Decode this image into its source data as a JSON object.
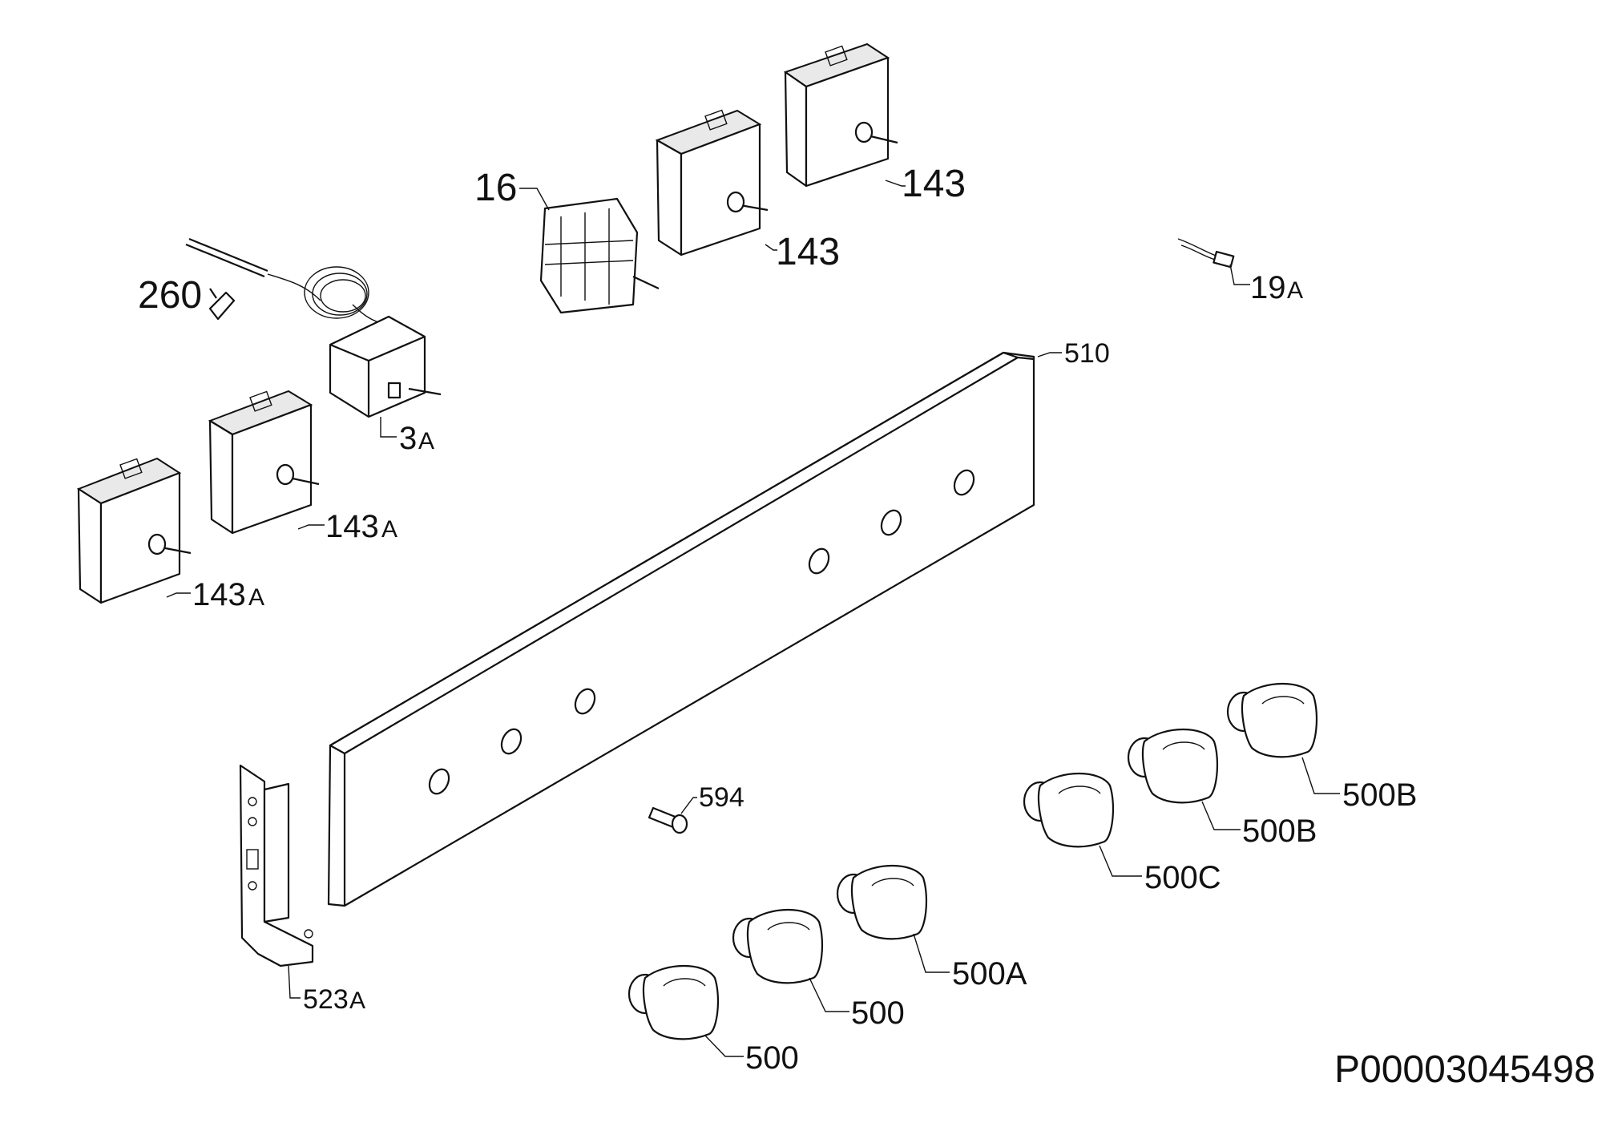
{
  "diagram": {
    "drawing_id": "P00003045498",
    "labels": {
      "l16": "16",
      "l143a": "143",
      "l143b": "143",
      "l19": "19",
      "l19s": "A",
      "l260": "260",
      "l510": "510",
      "l3": "3",
      "l3s": "A",
      "l143A1": "143",
      "l143A1s": "A",
      "l143A2": "143",
      "l143A2s": "A",
      "l594": "594",
      "l500B1": "500B",
      "l500B2": "500B",
      "l500C": "500C",
      "l500A": "500A",
      "l500a": "500",
      "l500b": "500",
      "l523": "523",
      "l523s": "A"
    }
  }
}
